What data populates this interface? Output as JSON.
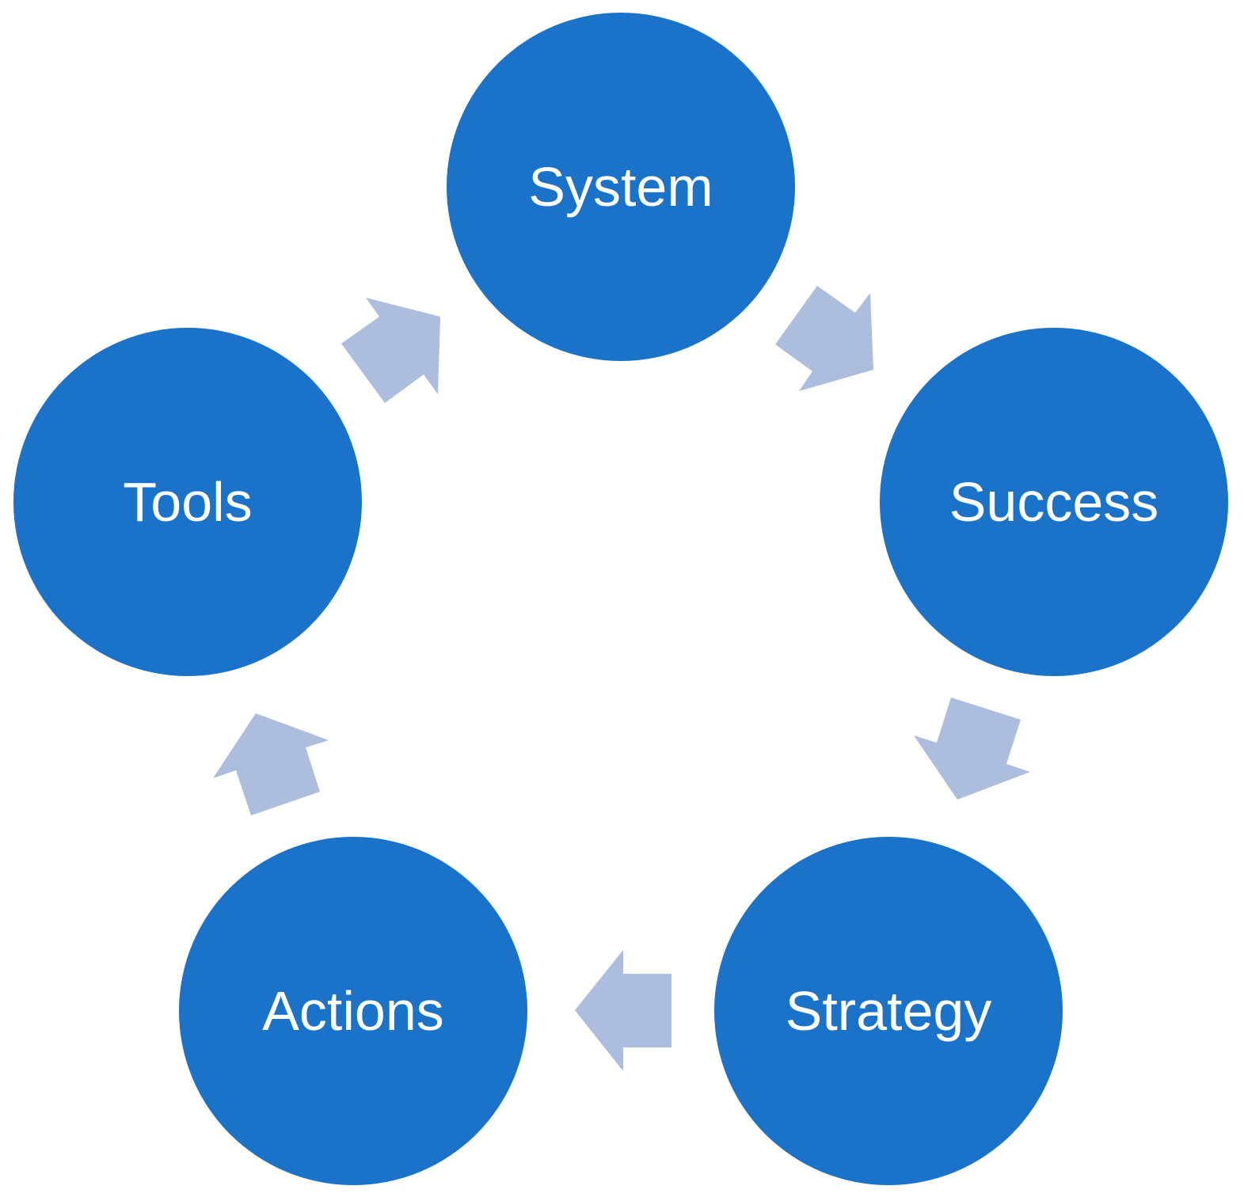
{
  "colors": {
    "node_fill": "#1A73C8",
    "arrow_fill": "#ADBDDE",
    "label_text": "#FFFFFF",
    "background": "#FFFFFF"
  },
  "diagram": {
    "type": "cycle",
    "nodes": [
      {
        "id": "system",
        "label": "System"
      },
      {
        "id": "success",
        "label": "Success"
      },
      {
        "id": "strategy",
        "label": "Strategy"
      },
      {
        "id": "actions",
        "label": "Actions"
      },
      {
        "id": "tools",
        "label": "Tools"
      }
    ],
    "edges": [
      {
        "from": "system",
        "to": "success"
      },
      {
        "from": "success",
        "to": "strategy"
      },
      {
        "from": "strategy",
        "to": "actions"
      },
      {
        "from": "actions",
        "to": "tools"
      },
      {
        "from": "tools",
        "to": "system"
      }
    ]
  }
}
